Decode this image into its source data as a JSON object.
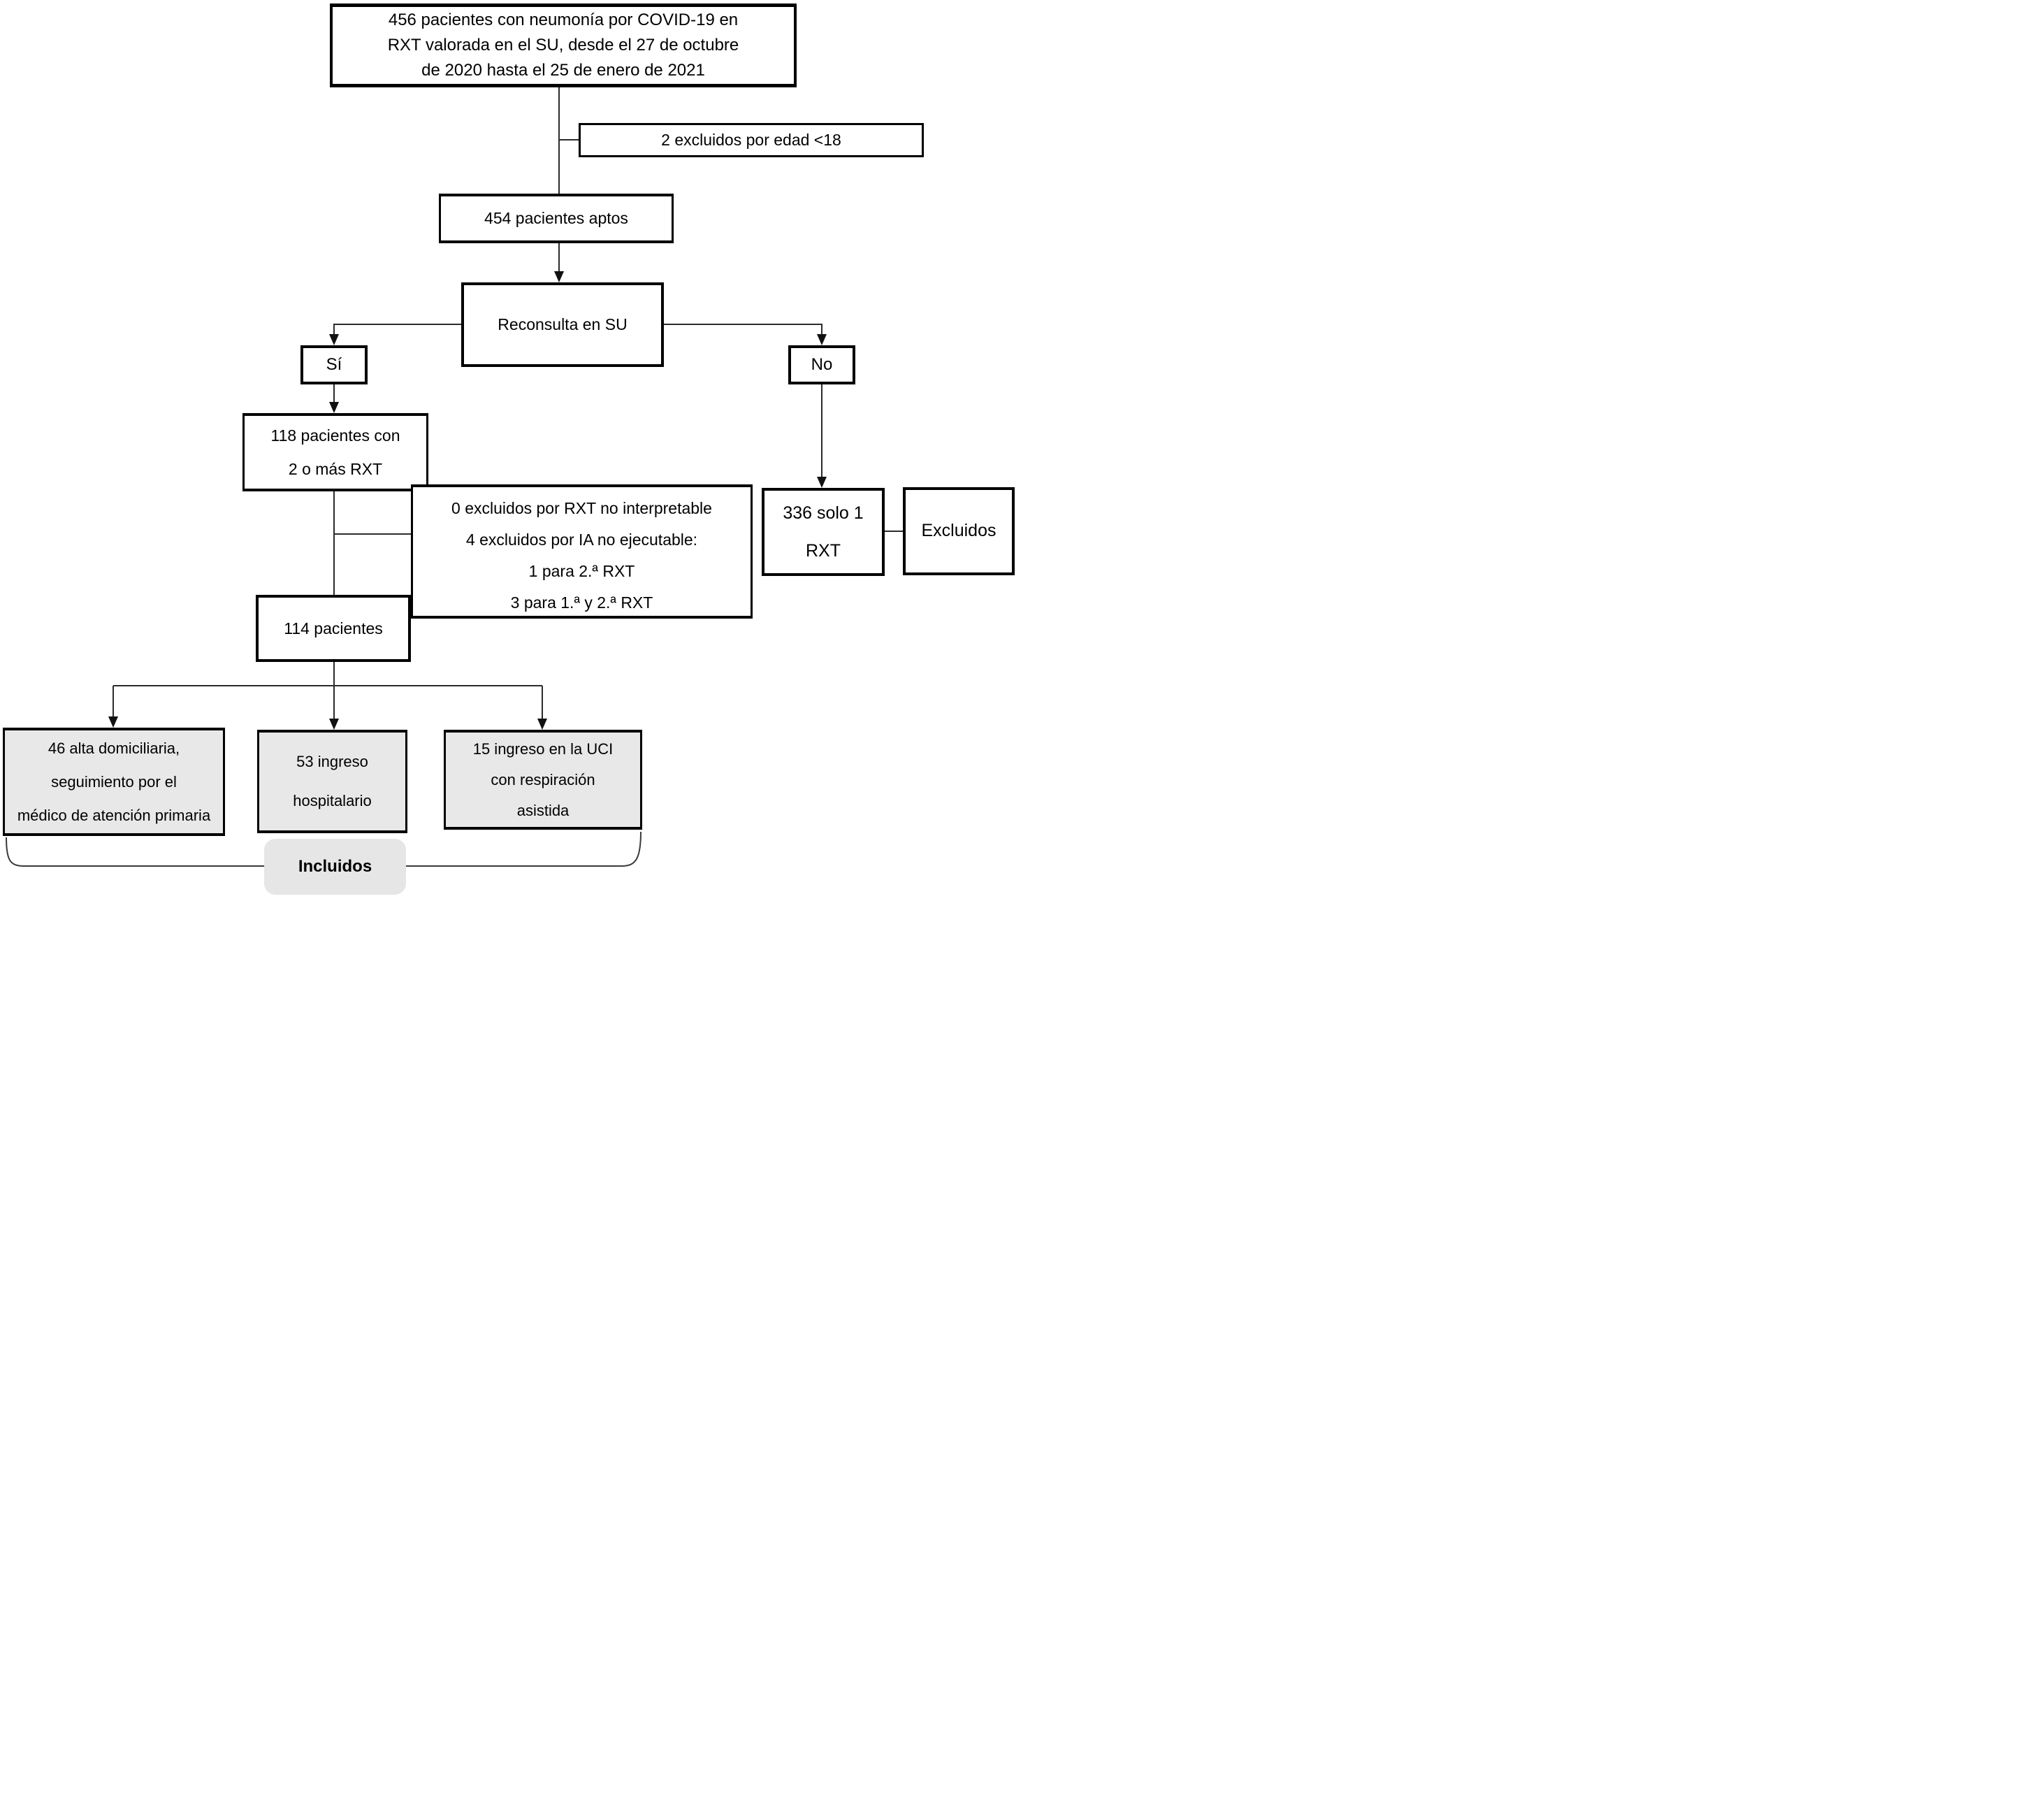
{
  "flow": {
    "enrolled": {
      "lines": [
        "456 pacientes con neumonía por COVID-19 en",
        "RXT valorada en el SU, desde el 27 de octubre",
        "de 2020 hasta el 25 de enero de 2021"
      ]
    },
    "excluded_age": {
      "label": "2 excluidos por edad <18"
    },
    "eligible": {
      "label": "454 pacientes aptos"
    },
    "revisit": {
      "label": "Reconsulta en SU"
    },
    "yes": {
      "label": "Sí"
    },
    "no": {
      "label": "No"
    },
    "two_or_more_rxt": {
      "lines": [
        "118 pacientes con",
        "2 o más RXT"
      ]
    },
    "single_rxt": {
      "lines": [
        "336 solo 1",
        "RXT"
      ]
    },
    "excluded_single": {
      "label": "Excluidos"
    },
    "excluded_ai": {
      "lines": [
        "0 excluidos por RXT no interpretable",
        "4 excluidos por IA no ejecutable:",
        "1 para 2.ª RXT",
        "3 para 1.ª y 2.ª RXT"
      ]
    },
    "analyzed": {
      "label": "114 pacientes"
    },
    "outcome_home": {
      "lines": [
        "46 alta domiciliaria,",
        "seguimiento por el",
        "médico de atención primaria"
      ]
    },
    "outcome_hospital": {
      "lines": [
        "53 ingreso",
        "hospitalario"
      ]
    },
    "outcome_icu": {
      "lines": [
        "15 ingreso en la UCI",
        "con respiración",
        "asistida"
      ]
    },
    "included": {
      "label": "Incluidos"
    }
  },
  "colors": {
    "box_border": "#000000",
    "outcome_fill": "#e8e8e8",
    "included_fill": "#e6e6e6",
    "connector": "#2b2b2b"
  }
}
